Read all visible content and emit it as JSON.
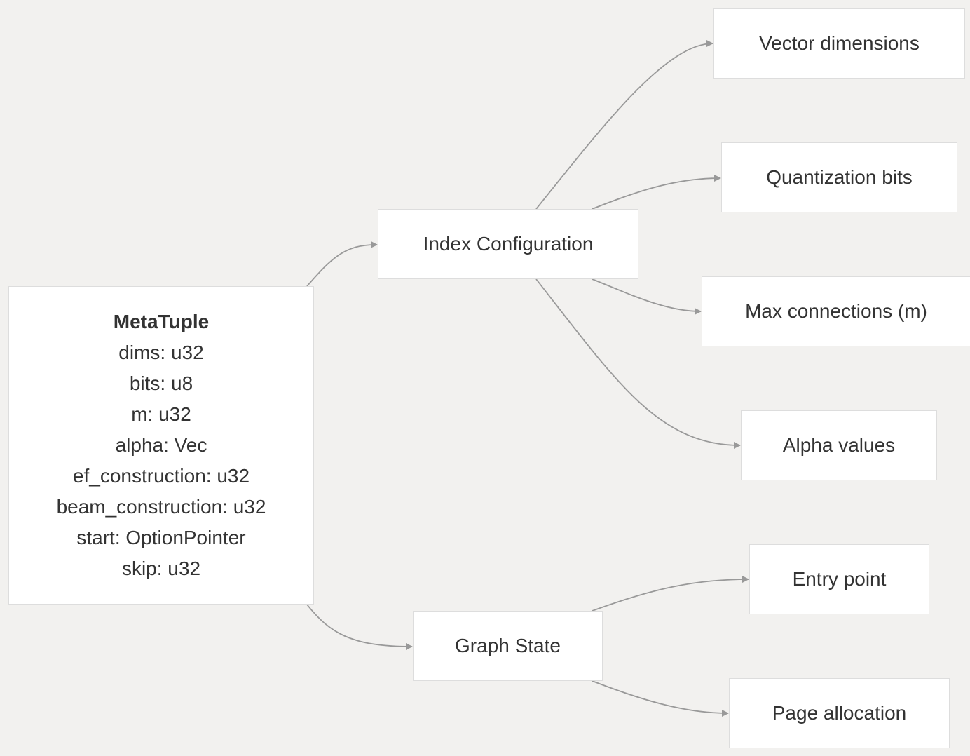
{
  "diagram": {
    "meta_tuple": {
      "title": "MetaTuple",
      "fields": [
        "dims: u32",
        "bits: u8",
        "m: u32",
        "alpha: Vec",
        "ef_construction: u32",
        "beam_construction: u32",
        "start: OptionPointer",
        "skip: u32"
      ]
    },
    "index_config": {
      "label": "Index Configuration"
    },
    "graph_state": {
      "label": "Graph State"
    },
    "vector_dimensions": {
      "label": "Vector dimensions"
    },
    "quantization_bits": {
      "label": "Quantization bits"
    },
    "max_connections": {
      "label": "Max connections (m)"
    },
    "alpha_values": {
      "label": "Alpha values"
    },
    "entry_point": {
      "label": "Entry point"
    },
    "page_allocation": {
      "label": "Page allocation"
    },
    "edge_color": "#999999",
    "node_border_color": "#dddddd",
    "background_color": "#f2f1ef"
  }
}
